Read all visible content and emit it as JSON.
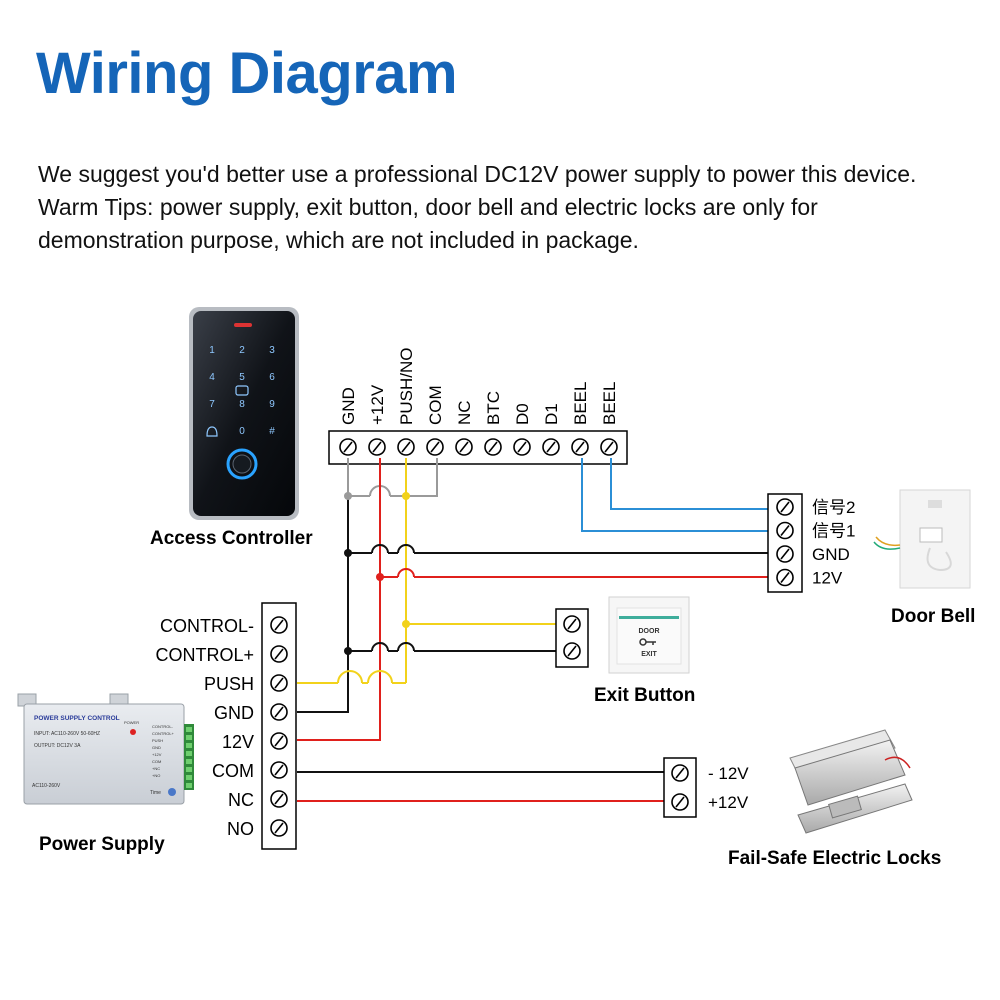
{
  "title": "Wiring Diagram",
  "intro": {
    "line1": "We suggest you'd better use a professional DC12V power supply to power this device.",
    "line2": "Warm Tips: power supply, exit button, door bell and electric locks are only for",
    "line3": "demonstration purpose, which are not included in package."
  },
  "controller": {
    "label": "Access Controller",
    "keys": [
      "1",
      "2",
      "3",
      "4",
      "5",
      "6",
      "7",
      "8",
      "9",
      "0",
      "#"
    ],
    "terminals": [
      "GND",
      "+12V",
      "PUSH/NO",
      "COM",
      "NC",
      "BTC",
      "D0",
      "D1",
      "BEEL",
      "BEEL"
    ]
  },
  "power_supply": {
    "label": "Power Supply",
    "terminals": [
      "CONTROL-",
      "CONTROL+",
      "PUSH",
      "GND",
      "12V",
      "COM",
      "NC",
      "NO"
    ],
    "panel": {
      "header": "POWER SUPPLY CONTROL",
      "input": "INPUT: AC110-260V 50-60HZ",
      "output": "OUTPUT: DC12V 3A",
      "power": "POWER",
      "ac": "AC110-260V",
      "side_labels": [
        "CONTROL-",
        "CONTROL+",
        "PUSH",
        "GND",
        "+12V",
        "COM",
        "+NC",
        "+NO"
      ],
      "time": "Time"
    }
  },
  "door_bell": {
    "label": "Door Bell",
    "terminals": [
      "信号2",
      "信号1",
      "GND",
      "12V"
    ]
  },
  "exit_button": {
    "label": "Exit Button",
    "face_top": "DOOR",
    "face_bottom": "EXIT"
  },
  "lock": {
    "label": "Fail-Safe Electric Locks",
    "terminals": [
      "- 12V",
      "+12V"
    ]
  },
  "colors": {
    "title": "#1565b8",
    "wire_black": "#111111",
    "wire_red": "#e0201c",
    "wire_yellow": "#f2d21b",
    "wire_blue": "#2b8fd6",
    "wire_gray": "#9a9a9a"
  }
}
